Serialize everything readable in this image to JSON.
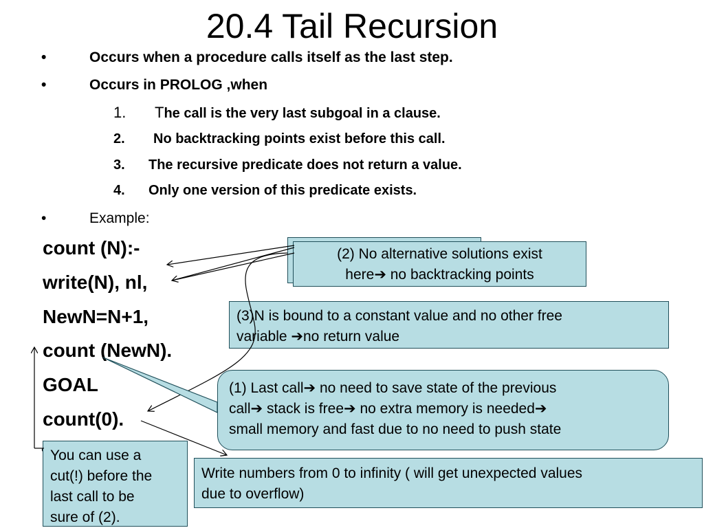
{
  "title": "20.4 Tail Recursion",
  "bullets": [
    {
      "marker": "•",
      "text": "Occurs when a procedure calls itself as the last step."
    },
    {
      "marker": "•",
      "text": "Occurs in PROLOG ,when"
    },
    {
      "marker": "•",
      "text": "Example:"
    }
  ],
  "conditions": [
    {
      "number": "1.",
      "first_letter": "T",
      "rest": "he call is the very last subgoal in a clause."
    },
    {
      "number": "2.",
      "text": "No backtracking points exist before this call."
    },
    {
      "number": "3.",
      "text": "The recursive predicate does not return a value."
    },
    {
      "number": "4.",
      "text": "Only one version of this predicate exists."
    }
  ],
  "code_lines": [
    "count (N):-",
    "write(N), nl,",
    "NewN=N+1,",
    "count (NewN).",
    "GOAL",
    "count(0)."
  ],
  "trailing_bullet": "•",
  "callouts": {
    "alt_solutions": {
      "line1": "(2) No alternative solutions exist",
      "line2_before": "here",
      "arrow": "➔",
      "line2_after": " no backtracking points"
    },
    "bound_constant": {
      "line1": "(3)N is bound to a constant value and no other free",
      "line2_before": "variable ",
      "arrow": "➔",
      "line2_after": "no return value"
    },
    "last_call": {
      "line1_before": "(1) Last call",
      "line1_after": " no need to save state of the previous",
      "line2_a": "call",
      "line2_b": " stack is free",
      "line2_c": " no extra memory is needed",
      "line3": "small memory and fast due to no need to push state",
      "arrow": "➔"
    },
    "cut_tip": {
      "lines": [
        "You can use a",
        "cut(!) before the",
        "last call to be",
        "sure of (2)."
      ]
    },
    "write_numbers": {
      "line1": "Write numbers from 0 to infinity ( will get unexpected values",
      "line2": "due  to overflow)"
    }
  },
  "colors": {
    "callout_fill": "#b7dde3",
    "callout_border": "#1f4e59",
    "text": "#000000"
  }
}
